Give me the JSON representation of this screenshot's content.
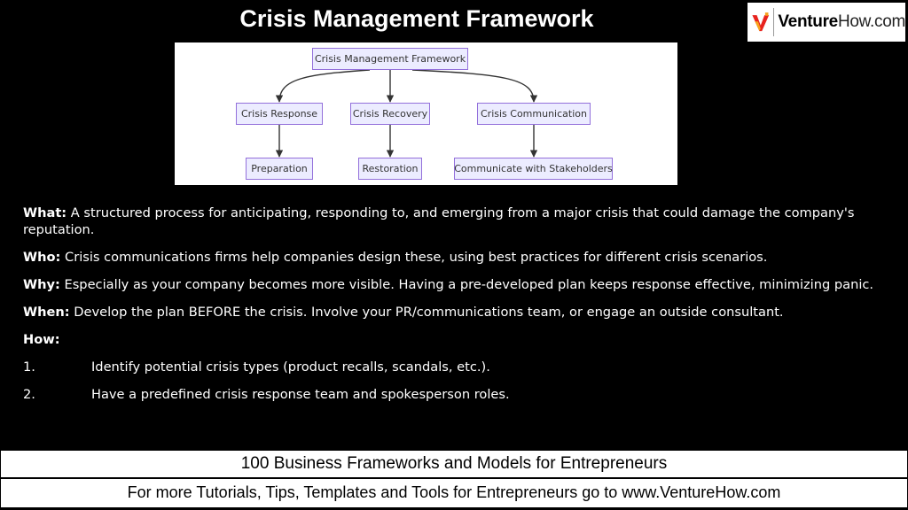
{
  "header": {
    "title": "Crisis Management Framework"
  },
  "logo": {
    "bold": "Venture",
    "rest": "How.com",
    "icon": "venturehow-logo-icon"
  },
  "diagram": {
    "root": "Crisis Management Framework",
    "branches": [
      {
        "label": "Crisis Response",
        "child": "Preparation"
      },
      {
        "label": "Crisis Recovery",
        "child": "Restoration"
      },
      {
        "label": "Crisis Communication",
        "child": "Communicate with Stakeholders"
      }
    ],
    "colors": {
      "node_fill": "#ececff",
      "node_border": "#9370db",
      "edge": "#333333"
    }
  },
  "content": {
    "what_label": "What:",
    "what_text": " A structured process for anticipating, responding to, and emerging from a major crisis that could damage the company's reputation.",
    "who_label": "Who:",
    "who_text": " Crisis communications firms help companies design these, using best practices for different crisis scenarios.",
    "why_label": "Why:",
    "why_text": " Especially as your company becomes more visible. Having a pre-developed plan keeps response effective, minimizing panic.",
    "when_label": "When:",
    "when_text": " Develop the plan BEFORE the crisis. Involve your PR/communications team, or engage an outside consultant.",
    "how_label": "How:",
    "how_items": [
      {
        "num": "1.",
        "text": "Identify potential crisis types (product recalls, scandals, etc.)."
      },
      {
        "num": "2.",
        "text": "Have a predefined crisis response team and spokesperson roles."
      }
    ]
  },
  "footer": {
    "book": "100 Business Frameworks and Models for Entrepreneurs",
    "tagline": "For more Tutorials, Tips, Templates and Tools for Entrepreneurs go to www.VentureHow.com"
  }
}
